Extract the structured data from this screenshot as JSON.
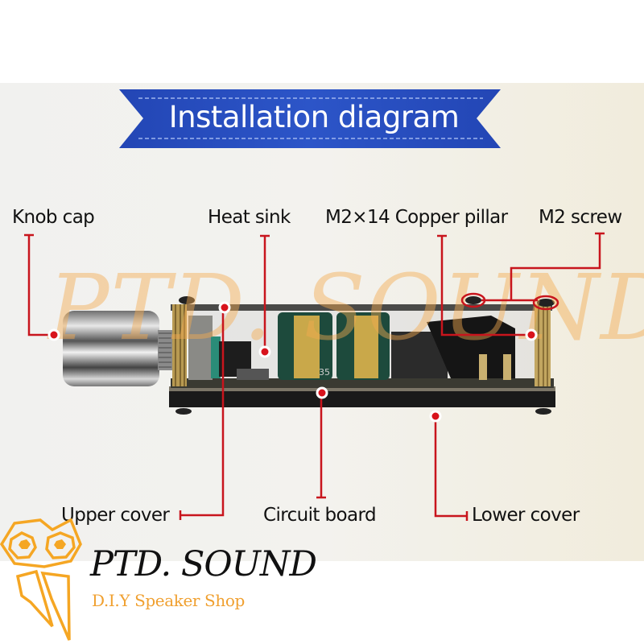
{
  "header": {
    "title": "Installation diagram"
  },
  "watermark": "PTD. SOUND",
  "labels": {
    "knob_cap": "Knob cap",
    "heat_sink": "Heat sink",
    "copper_pillar": "M2×14 Copper pillar",
    "m2_screw": "M2 screw",
    "upper_cover": "Upper cover",
    "circuit_board": "Circuit board",
    "lower_cover": "Lower cover"
  },
  "capacitor_marking": "35",
  "logo": {
    "name": "PTD. SOUND",
    "tagline": "D.I.Y Speaker Shop",
    "icon": "owl-icon"
  },
  "colors": {
    "banner": "#2a4fc0",
    "leader": "#c8151d",
    "logo_accent": "#f5a623",
    "watermark": "#f5aa50"
  }
}
